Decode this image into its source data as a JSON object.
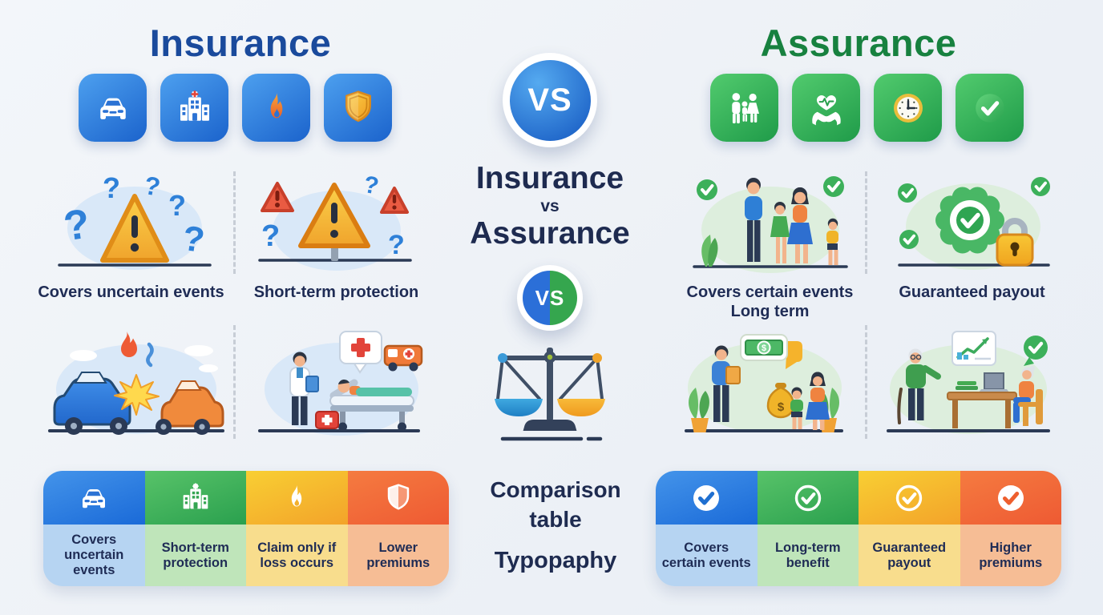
{
  "colors": {
    "background": "#eef1f6",
    "insurance_blue": "#1a4a9c",
    "assurance_green": "#17813f",
    "heading_navy": "#1e2b50",
    "table_blue": "#1f6fd0",
    "table_green": "#2fa552",
    "table_yellow": "#f3a82b",
    "table_orange": "#ee5f33"
  },
  "glyphs": {
    "question_mark": "?",
    "dollar": "$"
  },
  "center": {
    "vs_badge_top": "VS",
    "vs_badge_mid": "VS",
    "heading": [
      "Insurance",
      "vs",
      "Assurance"
    ],
    "bottom_heading": [
      "Comparison",
      "table",
      "Typopaphy"
    ]
  },
  "insurance": {
    "title": "Insurance",
    "icon_tiles": [
      "car-icon",
      "hospital-icon",
      "fire-icon",
      "shield-icon"
    ],
    "captions": [
      "Covers uncertain events",
      "Short-term protection"
    ],
    "table": {
      "columns": [
        {
          "icon": "car-icon",
          "label": "Covers uncertain events"
        },
        {
          "icon": "hospital-icon",
          "label": "Short-term protection"
        },
        {
          "icon": "fire-icon",
          "label": "Claim only if loss occurs"
        },
        {
          "icon": "shield-icon",
          "label": "Lower premiums"
        }
      ]
    }
  },
  "assurance": {
    "title": "Assurance",
    "icon_tiles": [
      "family-icon",
      "heart-hands-icon",
      "clock-icon",
      "check-icon"
    ],
    "captions": [
      "Covers certain events",
      "Long term",
      "Guaranteed payout"
    ],
    "table": {
      "columns": [
        {
          "icon": "check-circle-icon",
          "label": "Covers certain events"
        },
        {
          "icon": "check-circle-icon",
          "label": "Long-term benefit"
        },
        {
          "icon": "check-circle-icon",
          "label": "Guaranteed payout"
        },
        {
          "icon": "check-circle-icon",
          "label": "Higher premiums"
        }
      ]
    }
  }
}
